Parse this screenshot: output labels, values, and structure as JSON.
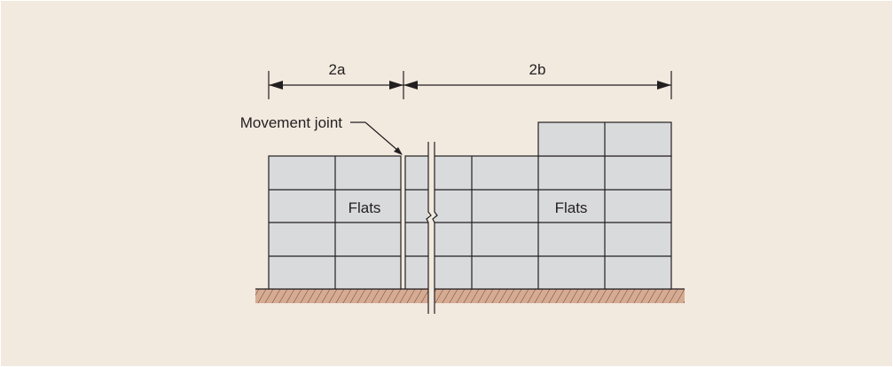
{
  "colors": {
    "panel": "#f2e9df",
    "block": "#d9dadb",
    "line": "#231f20",
    "ground": "#d7ab92"
  },
  "diagram": {
    "dimension_left": "2a",
    "dimension_right": "2b",
    "movement_joint_label": "Movement joint",
    "left_block_label": "Flats",
    "right_block_label": "Flats"
  }
}
